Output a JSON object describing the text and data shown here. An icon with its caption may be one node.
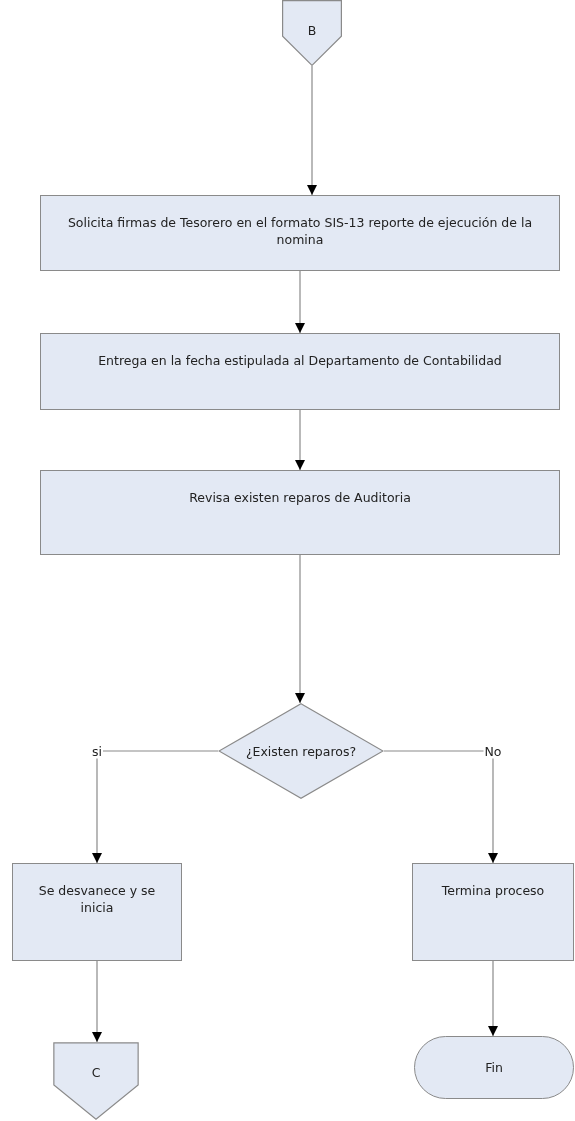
{
  "diagram": {
    "nodes": [
      {
        "text": [
          "B"
        ]
      },
      {
        "text": [
          "Solicita firmas de Tesorero en el formato SIS-13 reporte de ejecución de la nomina"
        ]
      },
      {
        "text": [
          "Entrega en la fecha estipulada al Departamento de Contabilidad"
        ]
      },
      {
        "text": [
          "Revisa existen reparos de Auditoria"
        ]
      },
      {
        "text": [
          "¿Existen reparos?"
        ]
      },
      {
        "text": [
          "Se desvanece y se inicia"
        ]
      },
      {
        "text": [
          "Termina proceso"
        ]
      },
      {
        "text": [
          "C"
        ]
      },
      {
        "text": [
          "Fin"
        ]
      }
    ],
    "edges": [
      {
        "from": 0,
        "to": 1,
        "arrow": "to"
      },
      {
        "from": 1,
        "to": 2,
        "arrow": "to"
      },
      {
        "from": 2,
        "to": 3,
        "arrow": "to"
      },
      {
        "from": 3,
        "to": 4,
        "arrow": "to"
      },
      {
        "from": 4,
        "to": 5,
        "arrow": "to",
        "label": "si"
      },
      {
        "from": 4,
        "to": 6,
        "arrow": "to",
        "label": "No"
      },
      {
        "from": 5,
        "to": 7,
        "arrow": "to"
      },
      {
        "from": 6,
        "to": 8,
        "arrow": "to"
      }
    ]
  }
}
